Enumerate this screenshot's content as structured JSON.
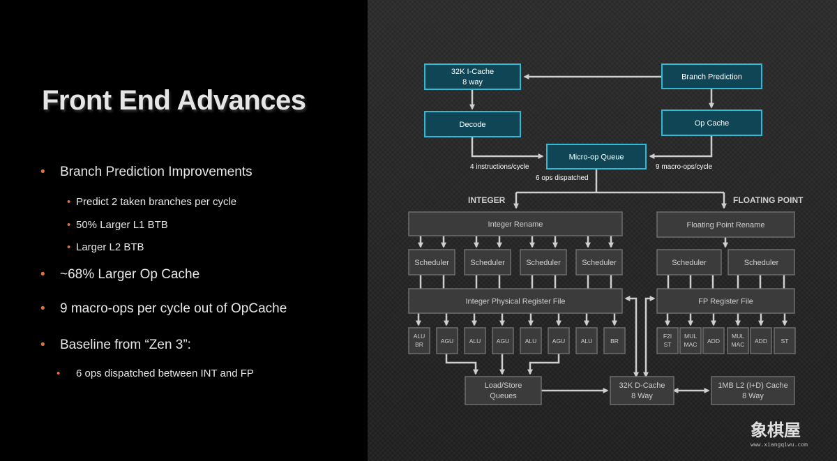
{
  "slide": {
    "title": "Front End Advances",
    "bullet_color": "#e2703a",
    "bullets": [
      {
        "text": "Branch Prediction Improvements"
      },
      {
        "text": "Predict 2 taken branches per cycle"
      },
      {
        "text": "50% Larger L1 BTB"
      },
      {
        "text": "Larger L2 BTB"
      },
      {
        "text": "~68% Larger Op Cache"
      },
      {
        "text": "9 macro-ops per cycle out of OpCache"
      },
      {
        "text": "Baseline from “Zen 3”:"
      },
      {
        "text": "6 ops dispatched between INT and FP"
      }
    ]
  },
  "diagram": {
    "accent_color": "#34b8d6",
    "icache_l1": "32K I-Cache",
    "icache_l2": "8 way",
    "branch_prediction": "Branch Prediction",
    "decode": "Decode",
    "op_cache": "Op Cache",
    "micro_op_queue": "Micro-op Queue",
    "decode_rate": "4 instructions/cycle",
    "opcache_rate": "9 macro-ops/cycle",
    "dispatch": "6 ops dispatched",
    "integer_header": "INTEGER",
    "fp_header": "FLOATING POINT",
    "integer_rename": "Integer Rename",
    "fp_rename": "Floating Point Rename",
    "int_schedulers": [
      "Scheduler",
      "Scheduler",
      "Scheduler",
      "Scheduler"
    ],
    "fp_schedulers": [
      "Scheduler",
      "Scheduler"
    ],
    "int_prf": "Integer Physical Register File",
    "fp_rf": "FP Register File",
    "int_units": [
      [
        "ALU",
        "BR"
      ],
      [
        "AGU"
      ],
      [
        "ALU"
      ],
      [
        "AGU"
      ],
      [
        "ALU"
      ],
      [
        "AGU"
      ],
      [
        "ALU"
      ],
      [
        "BR"
      ]
    ],
    "fp_units": [
      [
        "F2I",
        "ST"
      ],
      [
        "MUL",
        "MAC"
      ],
      [
        "ADD"
      ],
      [
        "MUL",
        "MAC"
      ],
      [
        "ADD"
      ],
      [
        "ST"
      ]
    ],
    "lsq_l1": "Load/Store",
    "lsq_l2": "Queues",
    "dcache_l1": "32K D-Cache",
    "dcache_l2": "8 Way",
    "l2_l1": "1MB L2 (I+D) Cache",
    "l2_l2": "8 Way"
  },
  "watermark": {
    "logo_text": "象棋屋",
    "url": "www.xiangqiwu.com"
  }
}
